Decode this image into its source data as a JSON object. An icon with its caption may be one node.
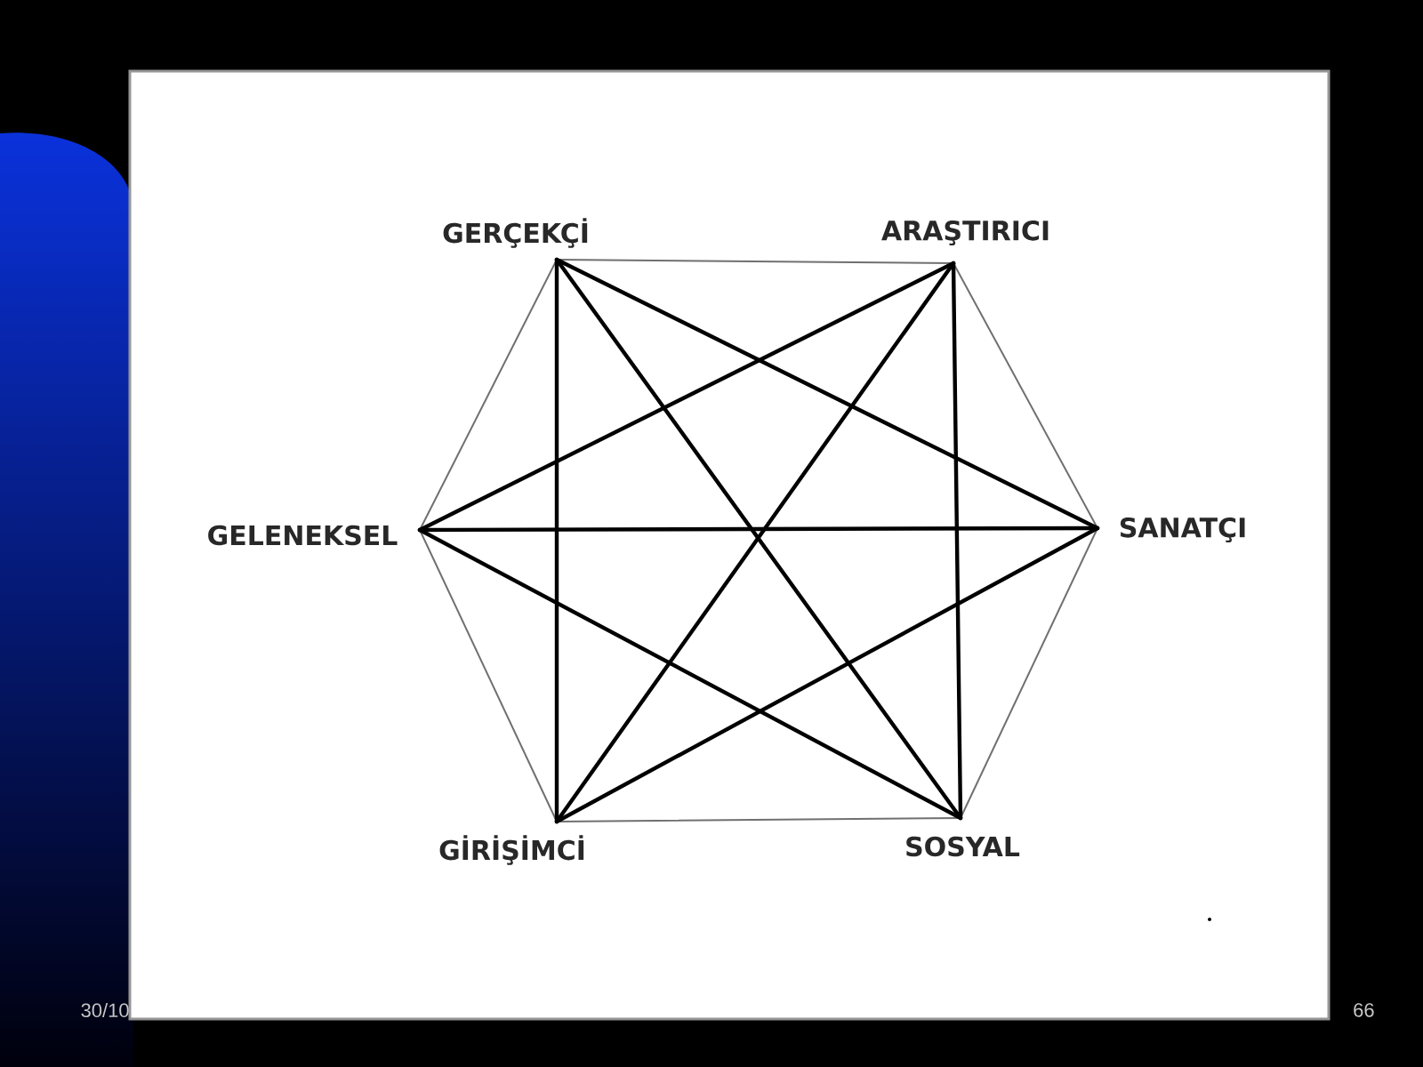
{
  "diagram": {
    "nodes": [
      {
        "text": [
          "GERÇEKÇİ"
        ]
      },
      {
        "text": [
          "ARAŞTIRICI"
        ]
      },
      {
        "text": [
          "GELENEKSEL"
        ]
      },
      {
        "text": [
          "SANATÇI"
        ]
      },
      {
        "text": [
          "GİRİŞİMCİ"
        ]
      },
      {
        "text": [
          "SOSYAL"
        ]
      }
    ],
    "edges": [
      {
        "from": 0,
        "to": 1,
        "arrow": "none",
        "color": "#707070"
      },
      {
        "from": 1,
        "to": 3,
        "arrow": "none",
        "color": "#707070"
      },
      {
        "from": 3,
        "to": 5,
        "arrow": "none",
        "color": "#707070"
      },
      {
        "from": 5,
        "to": 4,
        "arrow": "none",
        "color": "#707070"
      },
      {
        "from": 4,
        "to": 2,
        "arrow": "none",
        "color": "#707070"
      },
      {
        "from": 2,
        "to": 0,
        "arrow": "none",
        "color": "#707070"
      },
      {
        "from": 0,
        "to": 4,
        "arrow": "none"
      },
      {
        "from": 0,
        "to": 3,
        "arrow": "none"
      },
      {
        "from": 0,
        "to": 5,
        "arrow": "none"
      },
      {
        "from": 1,
        "to": 2,
        "arrow": "none"
      },
      {
        "from": 1,
        "to": 4,
        "arrow": "none"
      },
      {
        "from": 1,
        "to": 5,
        "arrow": "none"
      },
      {
        "from": 2,
        "to": 3,
        "arrow": "none"
      },
      {
        "from": 2,
        "to": 5,
        "arrow": "none"
      },
      {
        "from": 4,
        "to": 3,
        "arrow": "none"
      }
    ],
    "labels": [
      "30/10",
      "66"
    ]
  }
}
